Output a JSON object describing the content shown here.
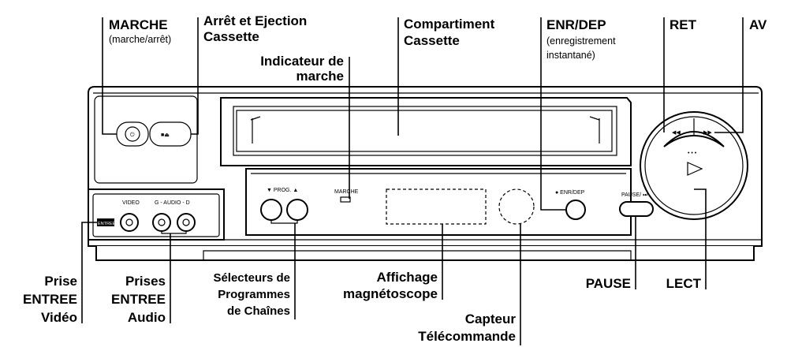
{
  "labels": {
    "marche": "MARCHE",
    "marche_sub": "(marche/arrêt)",
    "arret_1": "Arrêt et Ejection",
    "arret_2": "Cassette",
    "indic_1": "Indicateur de",
    "indic_2": "marche",
    "compart_1": "Compartiment",
    "compart_2": "Cassette",
    "enr": "ENR/DEP",
    "enr_sub_1": "(enregistrement",
    "enr_sub_2": "instantané)",
    "ret": "RET",
    "av": "AV",
    "prise_1": "Prise",
    "prise_2": "ENTREE",
    "prise_3": "Vidéo",
    "prises_1": "Prises",
    "prises_2": "ENTREE",
    "prises_3": "Audio",
    "select_1": "Sélecteurs de",
    "select_2": "Programmes",
    "select_3": "de Chaînes",
    "affich_1": "Affichage",
    "affich_2": "magnétoscope",
    "capteur_1": "Capteur",
    "capteur_2": "Télécommande",
    "pause": "PAUSE",
    "lect": "LECT"
  },
  "panel": {
    "video": "VIDEO",
    "audio": "G - AUDIO - D",
    "prog": "▼  PROG.  ▲",
    "marche": "MARCHE",
    "enrdep": "● ENR/DEP",
    "pause": "PAUSE/ ⏭",
    "input_badge": "ENTREE"
  }
}
